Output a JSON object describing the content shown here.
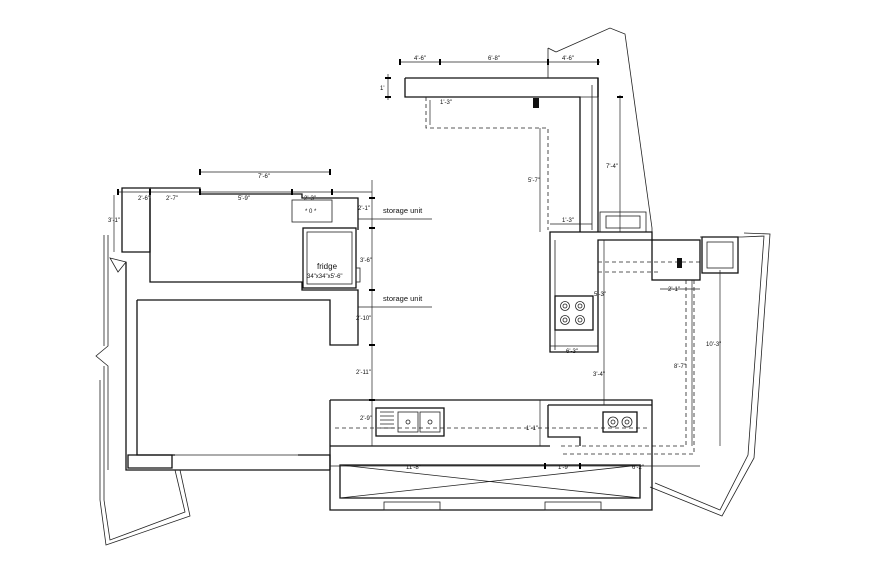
{
  "labels": {
    "storage_unit_1": "storage unit",
    "storage_unit_2": "storage unit",
    "fridge": "fridge",
    "fridge_size": "34\"x34\"x5'-6\""
  },
  "dimensions": {
    "top_left": "4'-6\"",
    "top_mid": "6'-8\"",
    "top_right": "4'-6\"",
    "top_vert": "1'",
    "top_inner": "1'-3\"",
    "right_vert_upper": "7'-4\"",
    "mid_vert": "5'-7\"",
    "mid_small": "1'-3\"",
    "room_top": "7'-6\"",
    "room_a": "2'-6\"",
    "room_b": "2'-7\"",
    "room_c": "5'-9\"",
    "room_d": "2'-3\"",
    "left_vert": "3'-1\"",
    "col_1": "2'-1\"",
    "col_2": "3'-6\"",
    "col_3": "2'-10\"",
    "col_4": "2'-11\"",
    "col_5": "2'-9\"",
    "island_w": "6'-3\"",
    "island_v": "5'-3\"",
    "island_small": "3'-4\"",
    "right_small": "2'-1\"",
    "right_v": "8'-7\"",
    "far_right_v": "10'-3\"",
    "bottom_small_v": "1'-1\"",
    "bottom_left": "11'-8\"",
    "bottom_mid": "1'-9\"",
    "bottom_right": "6'-2\""
  }
}
